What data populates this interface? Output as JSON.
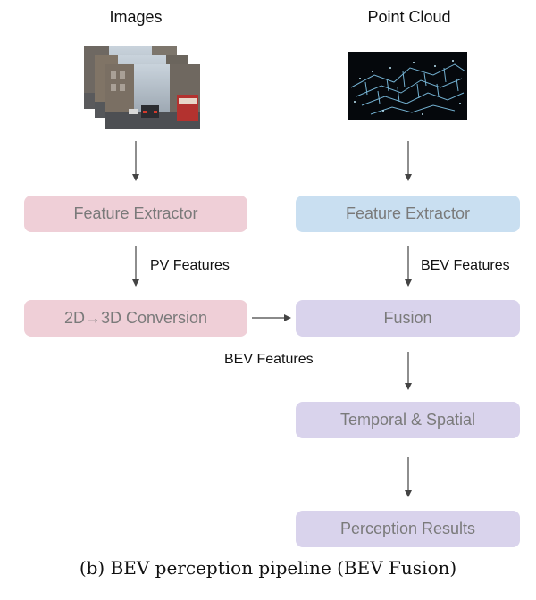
{
  "columns": {
    "images_title": "Images",
    "pointcloud_title": "Point Cloud"
  },
  "nodes": {
    "left_feature_extractor": "Feature Extractor",
    "conversion": "2D→3D Conversion",
    "right_feature_extractor": "Feature Extractor",
    "fusion": "Fusion",
    "temporal_spatial": "Temporal & Spatial",
    "perception_results": "Perception Results"
  },
  "edge_labels": {
    "pv_features": "PV Features",
    "bev_features_right": "BEV Features",
    "bev_features_left": "BEV Features"
  },
  "caption": "(b) BEV perception pipeline (BEV Fusion)",
  "colors": {
    "camera_branch": "#efcfd7",
    "lidar_branch": "#c9dff1",
    "fusion_branch": "#d9d3ec"
  }
}
